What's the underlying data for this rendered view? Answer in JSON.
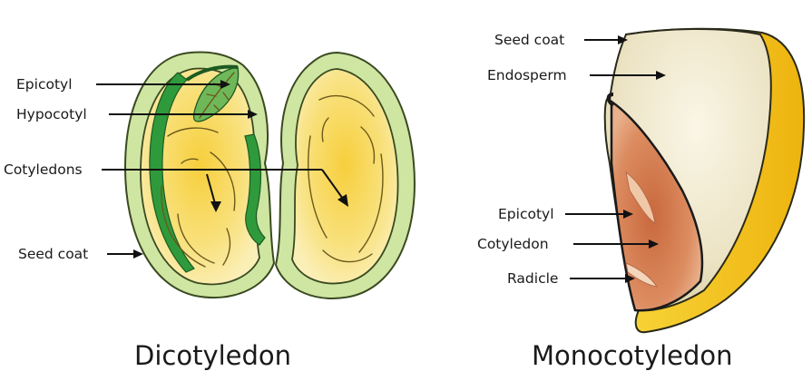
{
  "dicot": {
    "title": "Dicotyledon",
    "labels": {
      "epicotyl": "Epicotyl",
      "hypocotyl": "Hypocotyl",
      "cotyledons": "Cotyledons",
      "seed_coat": "Seed coat"
    }
  },
  "monocot": {
    "title": "Monocotyledon",
    "labels": {
      "seed_coat": "Seed coat",
      "endosperm": "Endosperm",
      "epicotyl": "Epicotyl",
      "cotyledon": "Cotyledon",
      "radicle": "Radicle"
    }
  },
  "colors": {
    "seed_coat_green": "#cfe6a3",
    "cotyledon_yellow": "#f4d86a",
    "embryo_green": "#2f9a3c",
    "monocot_coat_yellow": "#f3c21a",
    "endosperm_cream": "#ece3c4",
    "embryo_orange": "#d9875a"
  }
}
